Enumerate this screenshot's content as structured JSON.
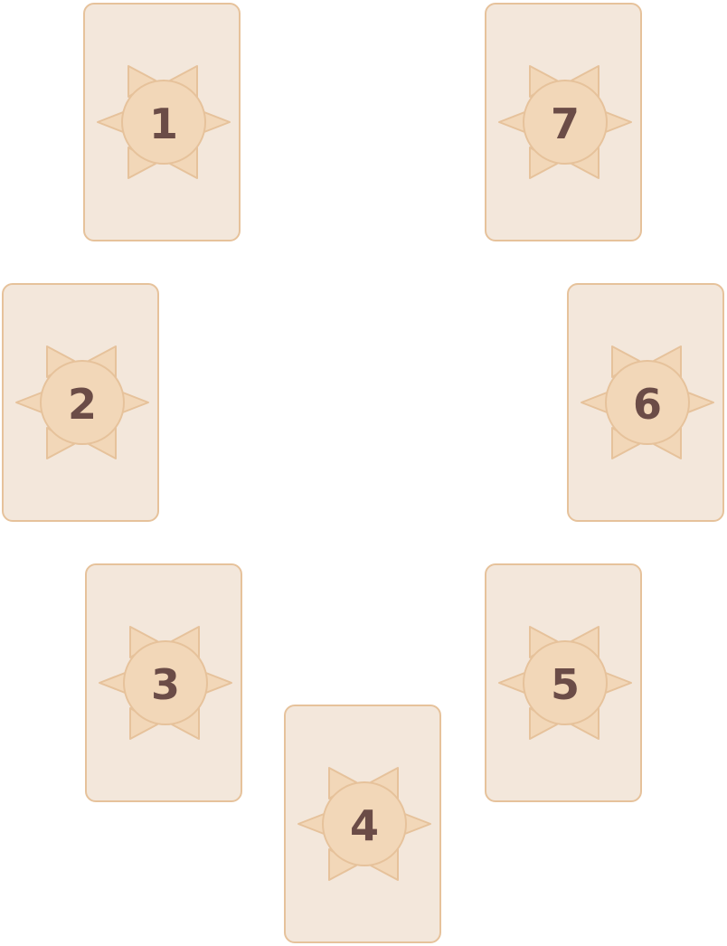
{
  "cards": [
    {
      "number": "1"
    },
    {
      "number": "2"
    },
    {
      "number": "3"
    },
    {
      "number": "4"
    },
    {
      "number": "5"
    },
    {
      "number": "6"
    },
    {
      "number": "7"
    }
  ],
  "colors": {
    "card_fill": "#f3e7db",
    "card_border": "#e6c29b",
    "emblem_fill": "#f2d7b8",
    "emblem_stroke": "#e6c29b",
    "number": "#6b4c47"
  }
}
